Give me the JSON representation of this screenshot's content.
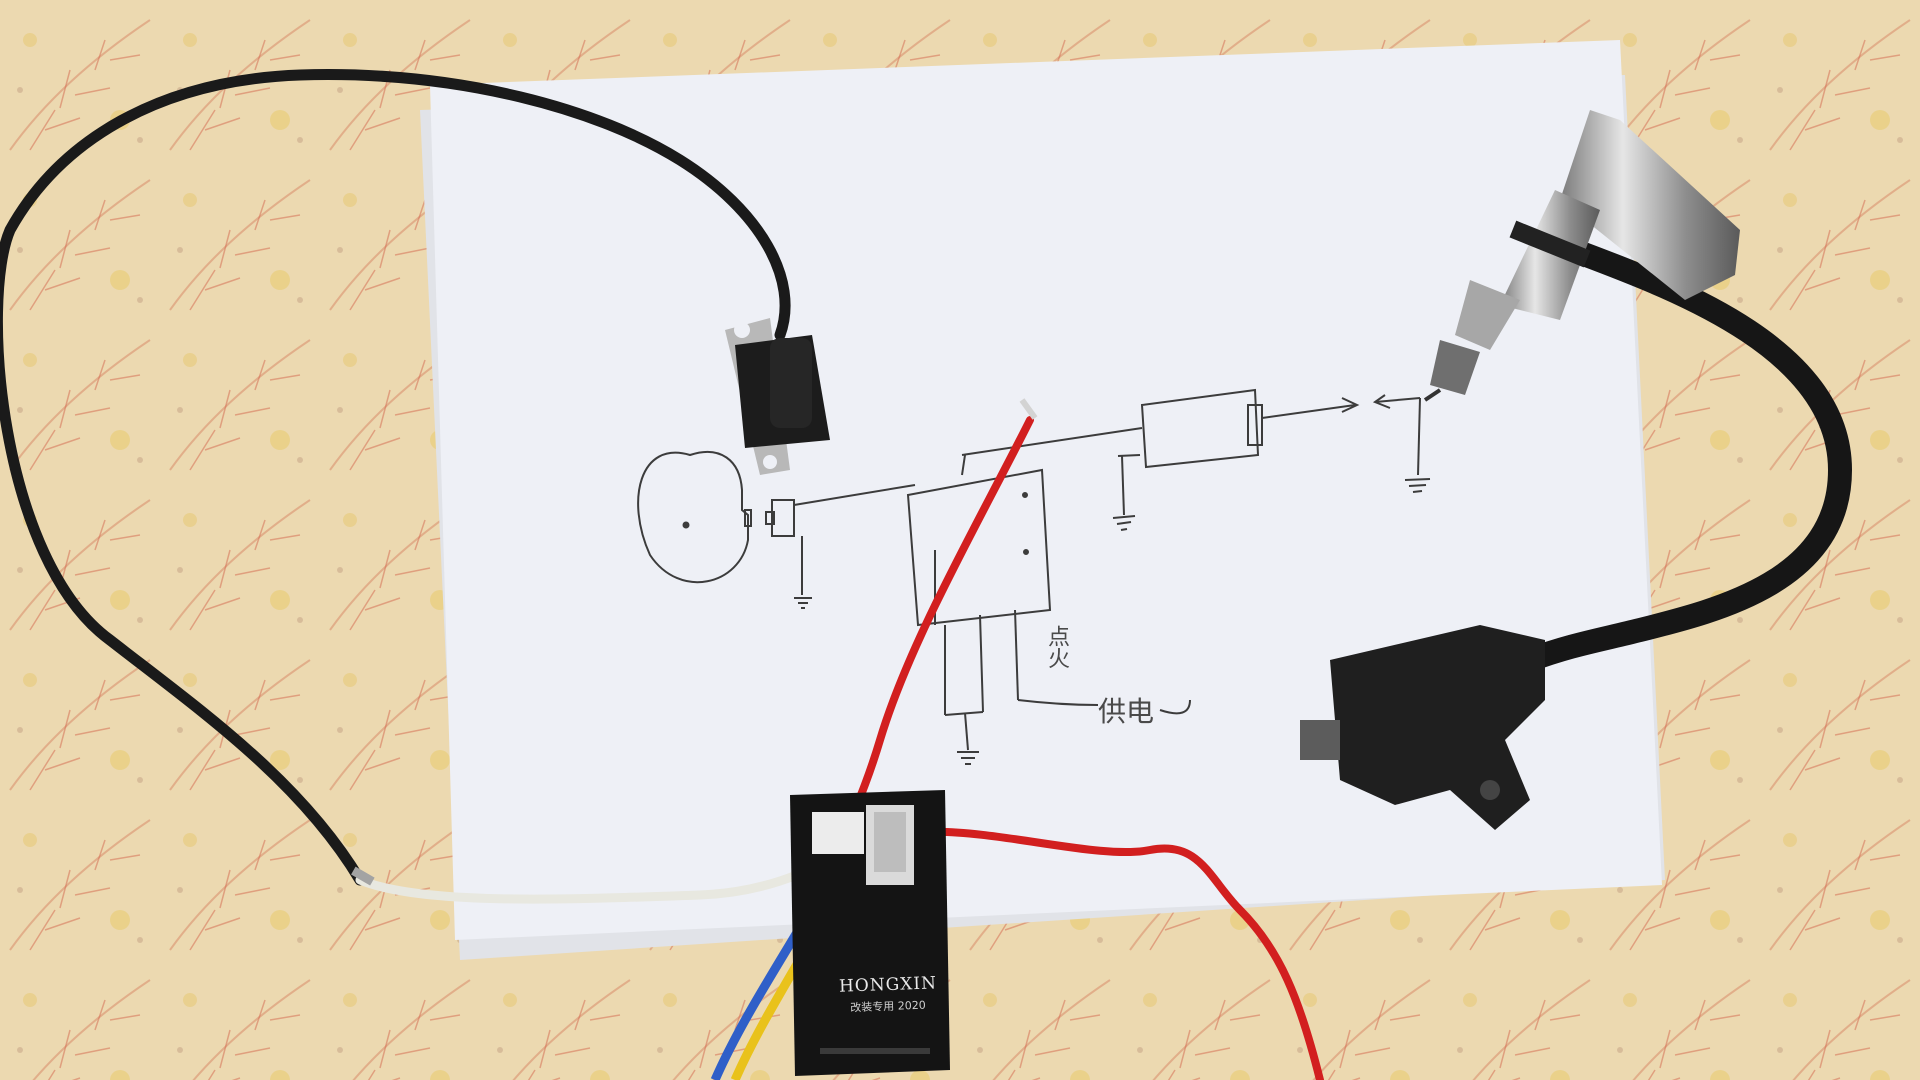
{
  "scene": {
    "colors": {
      "tablecloth": "#eeddb4",
      "paper": "#eef0f6",
      "ink": "#3c3c3c",
      "wire_red": "#d21f1f",
      "wire_yellow": "#e9c21b",
      "wire_blue": "#2f5fc8",
      "wire_white": "#e8e8e0",
      "wire_black": "#1a1a1a",
      "cdi_body": "#141414",
      "spark_plug_metal": "#b9b9b9"
    },
    "icons": [
      "pickup-coil-icon",
      "cdi-unit-icon",
      "ignition-coil-icon",
      "spark-plug-icon",
      "ground-symbol-icon"
    ]
  },
  "cdi": {
    "brand": "HONGXIN",
    "subtext": "改装专用 2020"
  },
  "diagram": {
    "label_ignition": "点火",
    "label_power": "供电"
  }
}
